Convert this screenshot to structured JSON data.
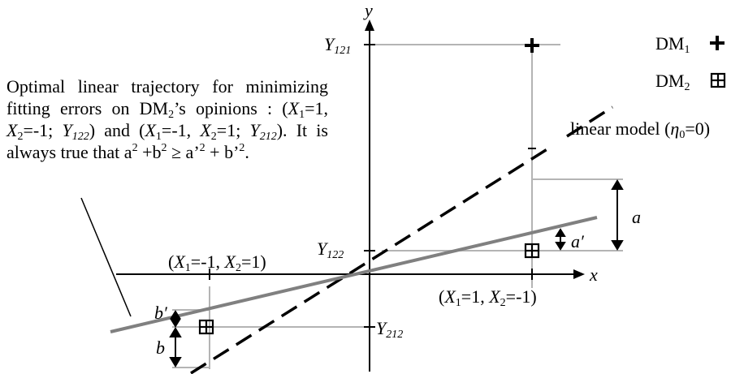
{
  "axes": {
    "x_label": "x",
    "y_label": "y"
  },
  "ticks": {
    "y121": {
      "base": "Y",
      "sub": "121"
    },
    "y122": {
      "base": "Y",
      "sub": "122"
    },
    "y212": {
      "base": "Y",
      "sub": "212"
    }
  },
  "points": {
    "left": {
      "open": "(",
      "x1": "X",
      "x1sub": "1",
      "x1val": "=-1, ",
      "x2": "X",
      "x2sub": "2",
      "x2val": "=1)"
    },
    "right": {
      "open": "(",
      "x1": "X",
      "x1sub": "1",
      "x1val": "=1, ",
      "x2": "X",
      "x2sub": "2",
      "x2val": "=-1)"
    }
  },
  "legend": {
    "dm1": {
      "base": "DM",
      "sub": "1",
      "symbol": "+"
    },
    "dm2": {
      "base": "DM",
      "sub": "2",
      "symbol": "⊞"
    }
  },
  "model_label": {
    "text": "linear model (",
    "eta": "η",
    "eta_sub": "0",
    "rest": "=0)"
  },
  "gaps": {
    "a": "a",
    "a_prime": "a′",
    "b": "b",
    "b_prime": "b′"
  },
  "description": {
    "p1": "Optimal linear trajectory for minimizing fitting errors on DM",
    "p1sub": "2",
    "p2": "’s opinions : (",
    "p3": "=1, ",
    "p4": "=-1; ",
    "p5": ") and (",
    "p6": "=-1, ",
    "p7": "=1; ",
    "p8": "). It is always true that a",
    "p9": " +b",
    "p10": " ≥ a’",
    "p11": " + b’",
    "p12": ".",
    "x": "X",
    "y": "Y",
    "s1": "1",
    "s2": "2",
    "s122": "122",
    "s212": "212",
    "sq": "2"
  },
  "colors": {
    "ink": "#000000",
    "fit_line": "#808080",
    "guide": "#b4b4b4"
  }
}
